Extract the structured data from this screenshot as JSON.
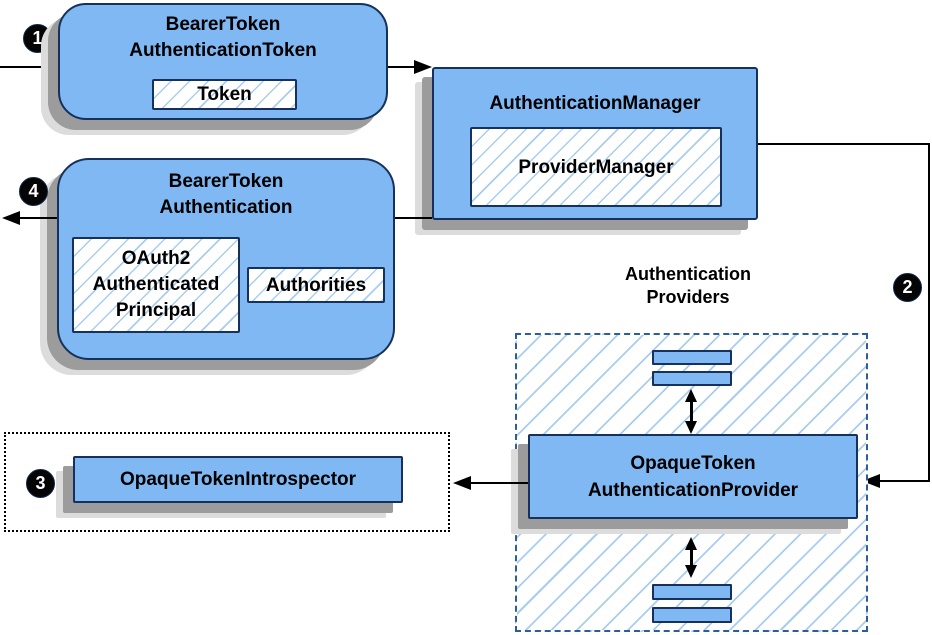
{
  "colors": {
    "node_fill": "#7fb8f2",
    "node_border": "#16325c",
    "hatch_line": "#a9cdf0",
    "dashed_border": "#2e5d9e",
    "shadow_dark": "#9c9c9c",
    "shadow_light": "#dcdcdc",
    "arrow": "#000000"
  },
  "badges": {
    "step1": "1",
    "step2": "2",
    "step3": "3",
    "step4": "4"
  },
  "nodes": {
    "bearer_token_authentication_token": {
      "title": "BearerToken\nAuthenticationToken",
      "token_label": "Token"
    },
    "authentication_manager": {
      "title": "AuthenticationManager",
      "provider_manager_label": "ProviderManager"
    },
    "bearer_token_authentication": {
      "title": "BearerToken\nAuthentication",
      "principal_label": "OAuth2\nAuthenticated\nPrincipal",
      "authorities_label": "Authorities"
    },
    "authentication_providers_group": {
      "label": "Authentication\nProviders"
    },
    "opaque_token_authentication_provider": {
      "title": "OpaqueToken\nAuthenticationProvider"
    },
    "opaque_token_introspector": {
      "title": "OpaqueTokenIntrospector"
    }
  }
}
